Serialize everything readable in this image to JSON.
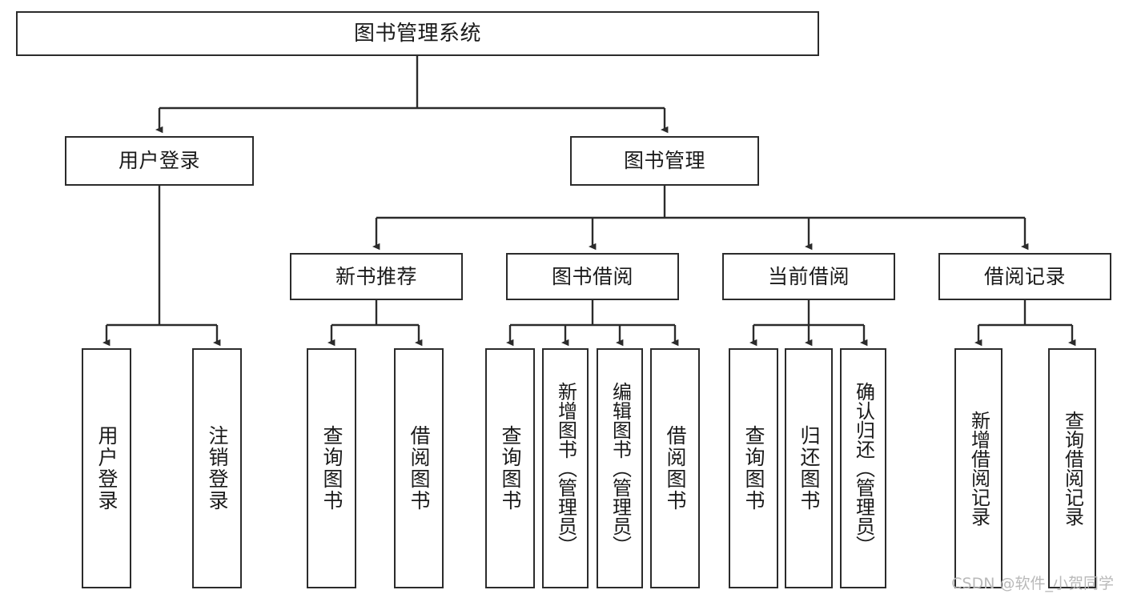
{
  "diagram": {
    "type": "tree",
    "title": "图书管理系统",
    "orientation": "top-down",
    "colors": {
      "box_border": "#2b2b2b",
      "box_fill": "#ffffff",
      "connector": "#2b2b2b",
      "text": "#1a1a1a",
      "watermark": "#b9b9b9",
      "background": "#ffffff"
    }
  },
  "root": {
    "label": "图书管理系统"
  },
  "level2": [
    {
      "label": "用户登录"
    },
    {
      "label": "图书管理"
    }
  ],
  "level3": [
    {
      "label": "新书推荐"
    },
    {
      "label": "图书借阅"
    },
    {
      "label": "当前借阅"
    },
    {
      "label": "借阅记录"
    }
  ],
  "leaves": {
    "user_login": [
      {
        "label": "用户登录"
      },
      {
        "label": "注销登录"
      }
    ],
    "new_book_recommend": [
      {
        "label": "查询图书"
      },
      {
        "label": "借阅图书"
      }
    ],
    "book_borrow": [
      {
        "label": "查询图书"
      },
      {
        "label": "新增图书（管理员）"
      },
      {
        "label": "编辑图书（管理员）"
      },
      {
        "label": "借阅图书"
      }
    ],
    "current_borrow": [
      {
        "label": "查询图书"
      },
      {
        "label": "归还图书"
      },
      {
        "label": "确认归还（管理员）"
      }
    ],
    "borrow_records": [
      {
        "label": "新增借阅记录"
      },
      {
        "label": "查询借阅记录"
      }
    ]
  },
  "watermark": {
    "text": "CSDN @软件_小贺同学"
  }
}
